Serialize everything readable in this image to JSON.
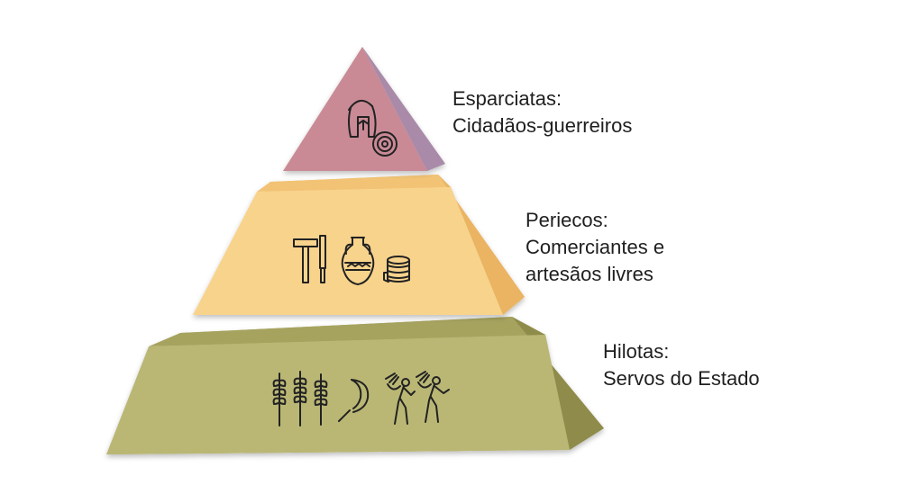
{
  "tiers": [
    {
      "id": "esparciatas",
      "lines": [
        "Esparciatas:",
        "Cidadãos-guerreiros"
      ],
      "icons": [
        "spartan-helmet-icon",
        "round-shield-icon"
      ],
      "color": "#c98a96"
    },
    {
      "id": "periecos",
      "lines": [
        "Periecos:",
        "Comerciantes e",
        "artesãos livres"
      ],
      "icons": [
        "hammer-icon",
        "chisel-icon",
        "amphora-icon",
        "coin-stack-icon"
      ],
      "color": "#f6cf86"
    },
    {
      "id": "hilotas",
      "lines": [
        "Hilotas:",
        "Servos do Estado"
      ],
      "icons": [
        "wheat-icon",
        "wheat-icon",
        "wheat-icon",
        "sickle-icon",
        "laborer-carrying-wheat-icon",
        "laborer-carrying-wheat-icon"
      ],
      "color": "#b5b26c"
    }
  ]
}
